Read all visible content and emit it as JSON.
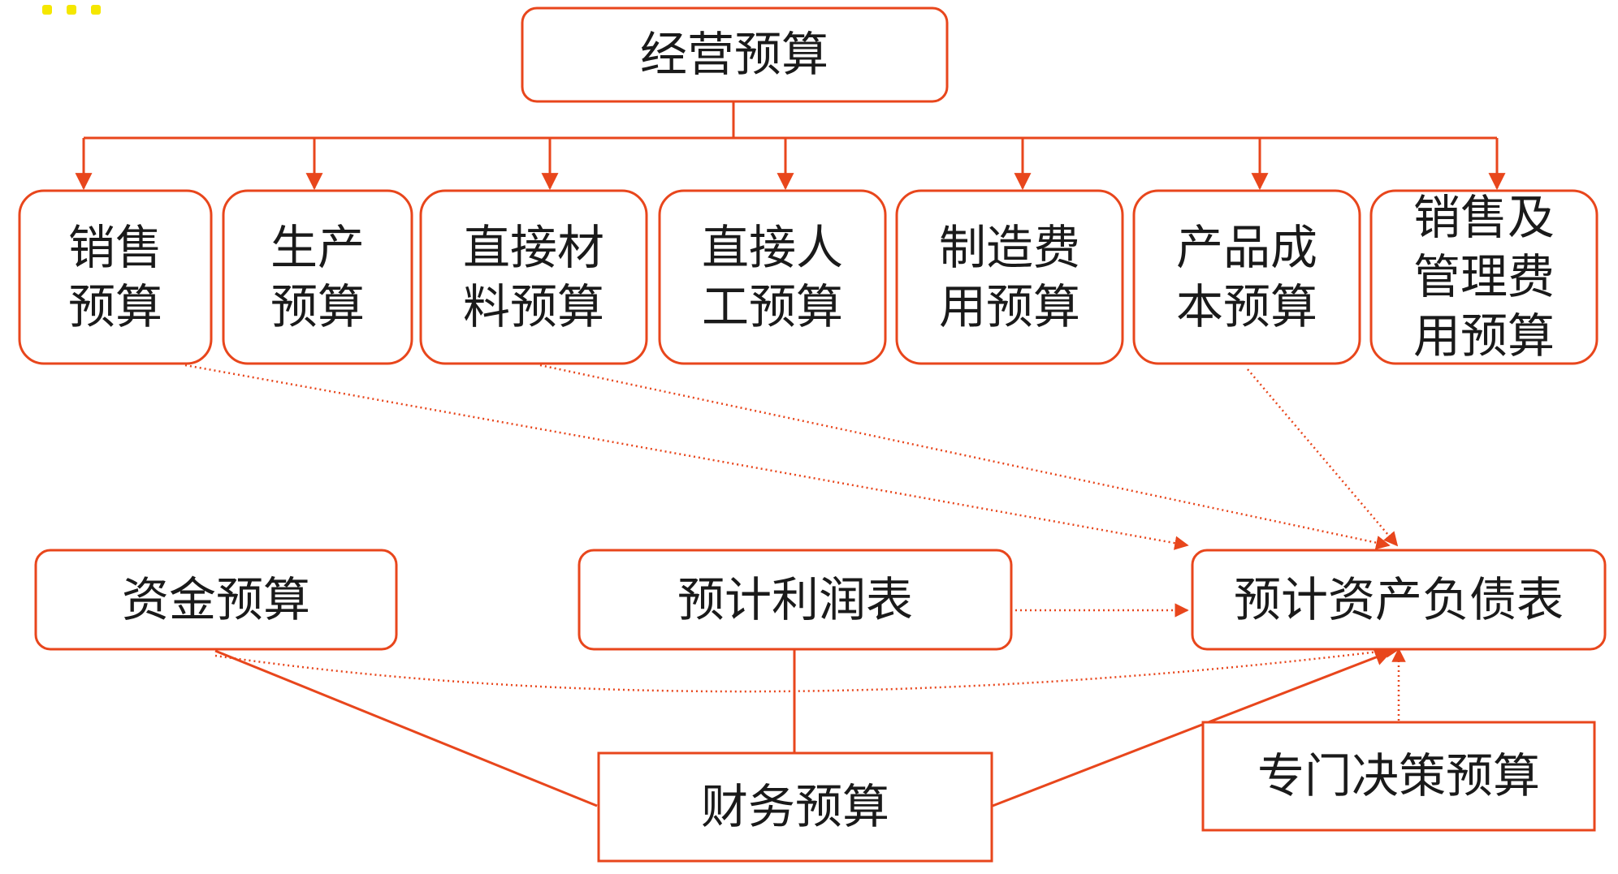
{
  "colors": {
    "accent": "#e8461c",
    "marker": "#f5e700",
    "text": "#1a1a1a"
  },
  "nodes": {
    "operating_budget": "经营预算",
    "sales_budget": [
      "销售",
      "预算"
    ],
    "production_budget": [
      "生产",
      "预算"
    ],
    "direct_material_budget": [
      "直接材",
      "料预算"
    ],
    "direct_labor_budget": [
      "直接人",
      "工预算"
    ],
    "manufacturing_overhead_budget": [
      "制造费",
      "用预算"
    ],
    "product_cost_budget": [
      "产品成",
      "本预算"
    ],
    "selling_admin_expense_budget": [
      "销售及",
      "管理费",
      "用预算"
    ],
    "cash_budget": "资金预算",
    "projected_income_statement": "预计利润表",
    "projected_balance_sheet": "预计资产负债表",
    "financial_budget": "财务预算",
    "special_decision_budget": "专门决策预算"
  }
}
